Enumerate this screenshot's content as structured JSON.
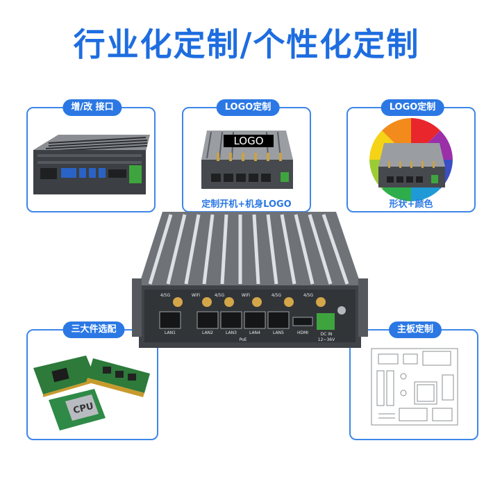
{
  "headline": "行业化定制/个性化定制",
  "cards": {
    "ports": {
      "label": "增/改 接口"
    },
    "boot_logo": {
      "label": "LOGO定制",
      "caption": "定制开机+机身LOGO",
      "logo_text": "LOGO"
    },
    "shape_color": {
      "label": "LOGO定制",
      "caption": "形状+颜色"
    },
    "components": {
      "label": "三大件选配",
      "cpu_text": "CPU"
    },
    "mainboard": {
      "label": "主板定制"
    }
  },
  "device": {
    "antenna_labels": [
      "4/5G",
      "WiFi",
      "4/5G",
      "WiFi",
      "4/5G",
      "4/5G"
    ],
    "port_labels": [
      "LAN1",
      "LAN2",
      "LAN3",
      "LAN4",
      "LAN5",
      "HDMI"
    ],
    "poe_label": "PoE",
    "dc_label": "DC IN",
    "dc_voltage": "12~36V"
  },
  "colors": {
    "accent": "#2b78e4",
    "title": "#1e6de0",
    "chassis": "#4a4d52"
  }
}
